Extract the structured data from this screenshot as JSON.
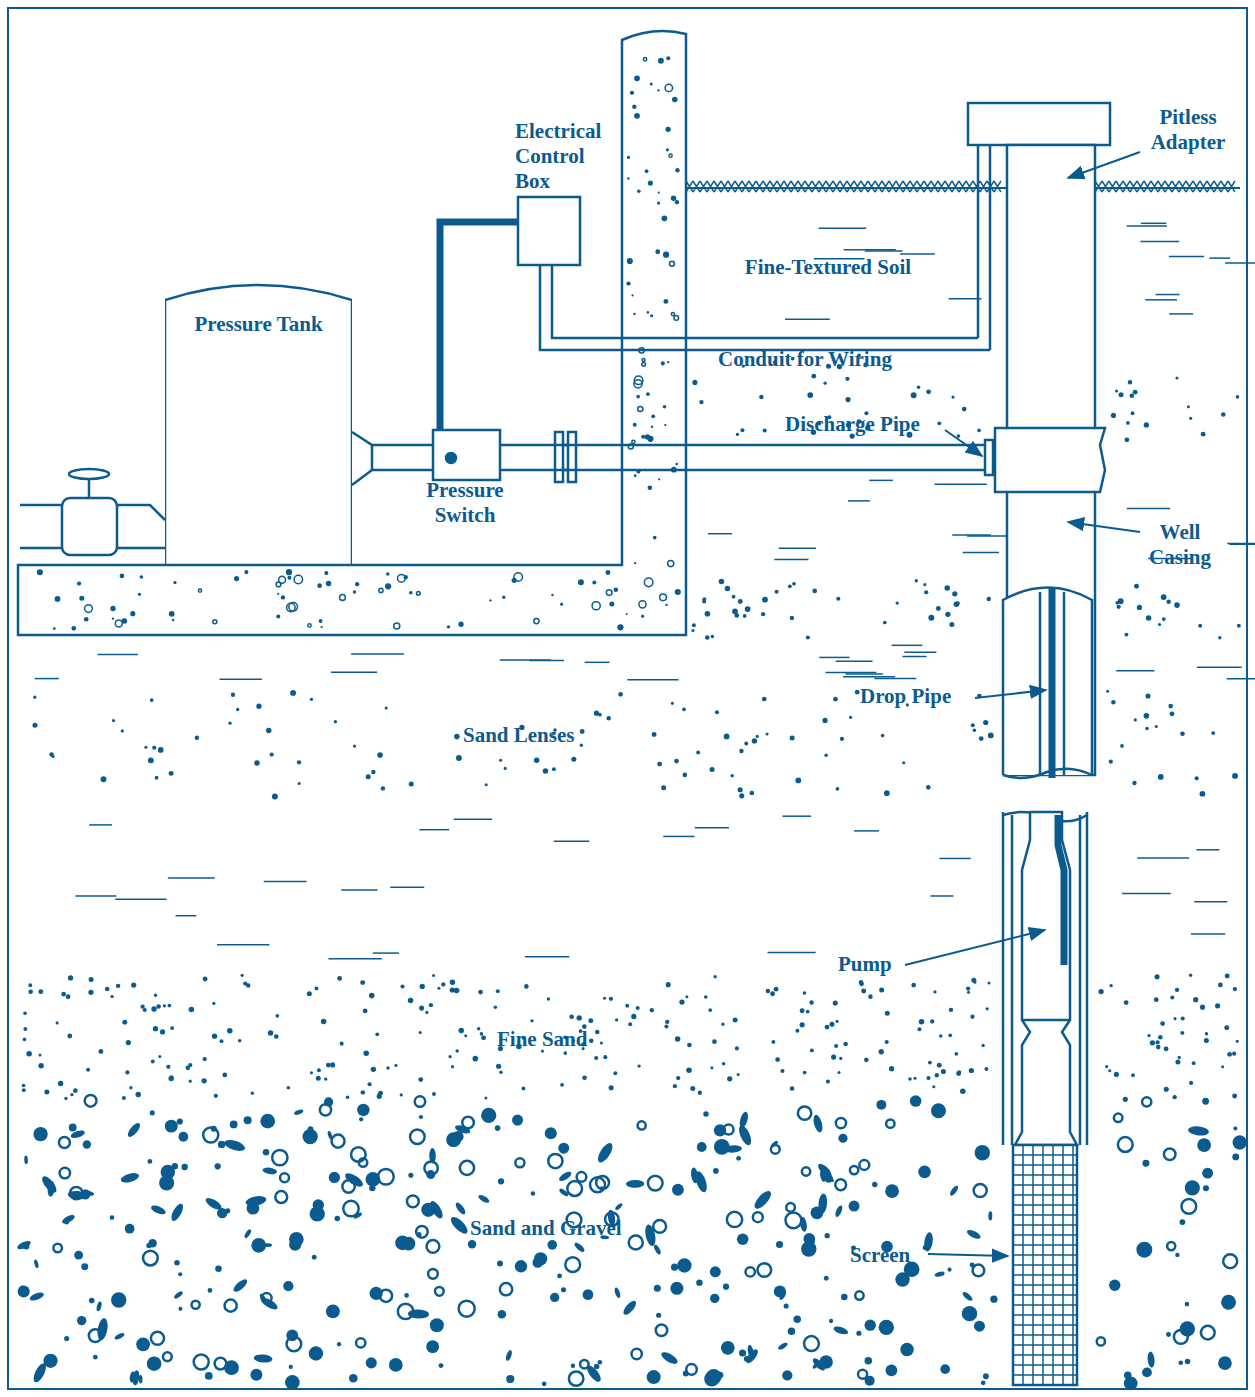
{
  "diagram": {
    "nodes": [
      {
        "text": [
          "Pressure Tank"
        ]
      }
    ],
    "labels": [
      "Electrical Control Box",
      "Pitless Adapter",
      "Fine-Textured Soil",
      "Conduit for Wiring",
      "Discharge Pipe",
      "Pressure Switch",
      "Well Casing",
      "Drop Pipe",
      "Sand Lenses",
      "Pump",
      "Fine Sand",
      "Sand and Gravel",
      "Screen"
    ]
  }
}
